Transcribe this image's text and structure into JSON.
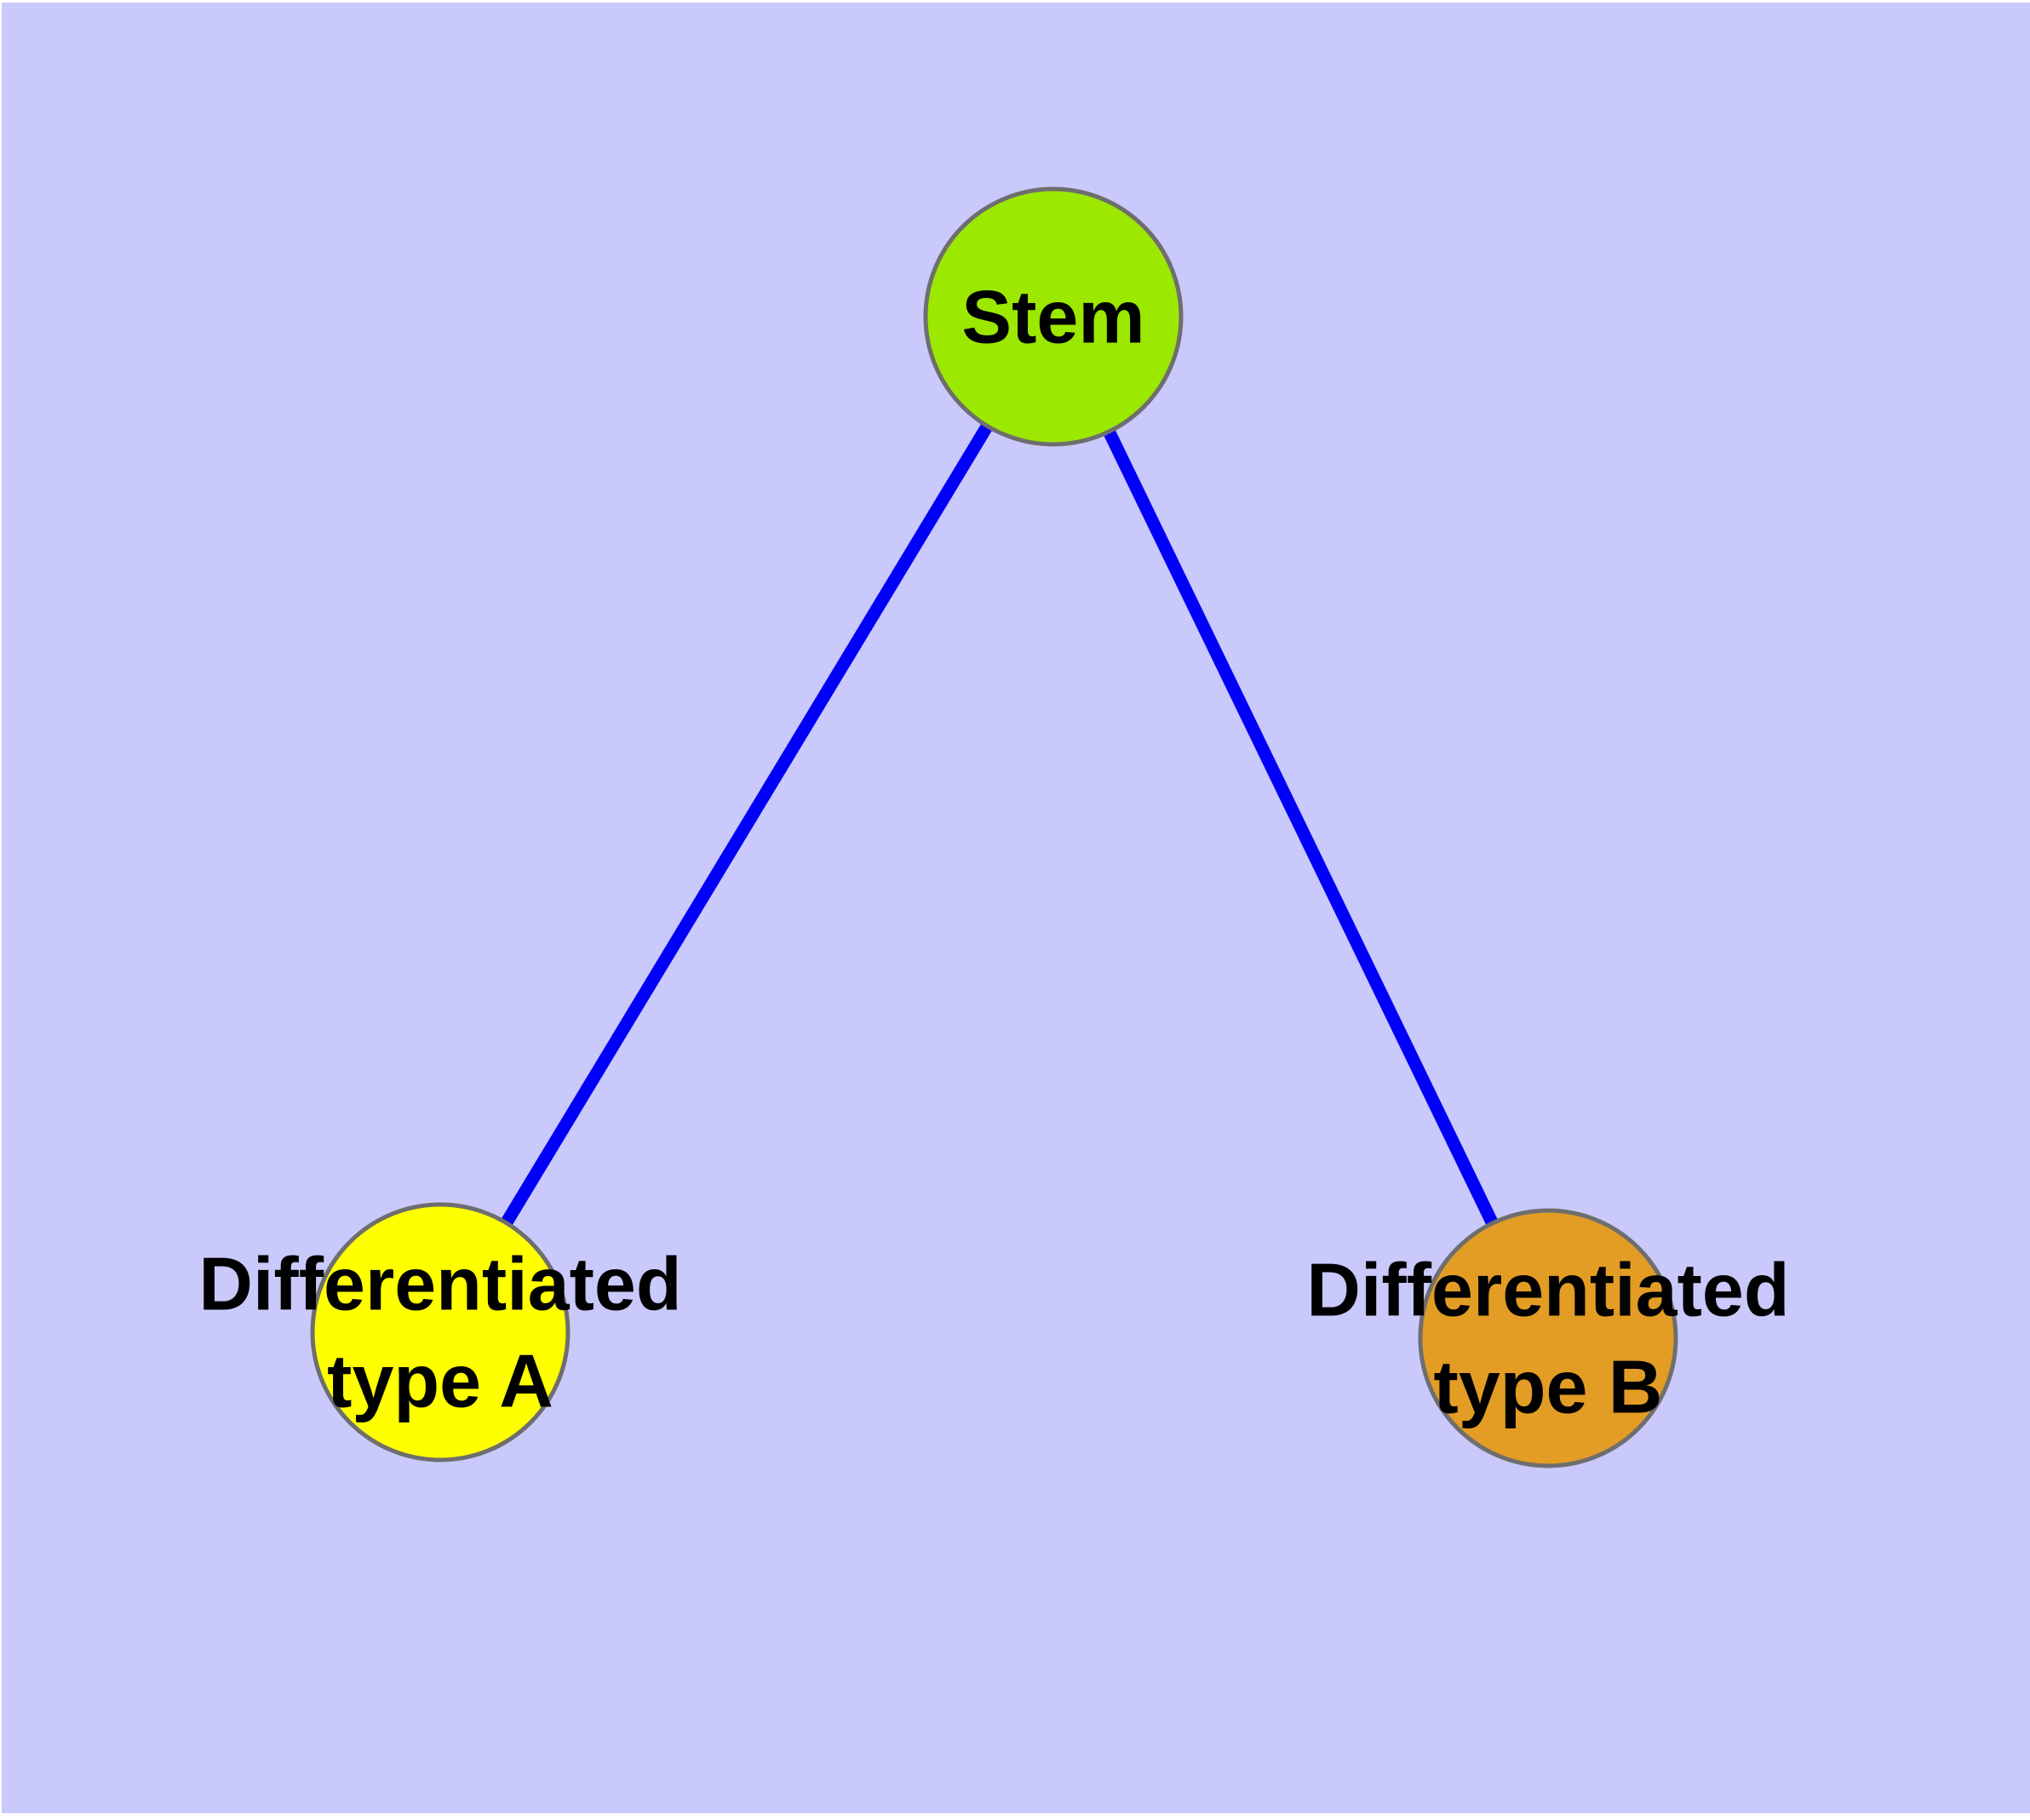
{
  "diagram": {
    "description": "Cell differentiation graph: stem node linked to two differentiated cell type nodes",
    "colors": {
      "page_margin": "#FFFFFF",
      "background": "#C9C9FB",
      "edge": "#0000F8",
      "node_border": "#6E6E6E",
      "label": "#000000"
    },
    "nodes": {
      "stem": {
        "label": "Stem",
        "fill": "#9CE800"
      },
      "type_a": {
        "label_line1": "Differentiated",
        "label_line2": "type A",
        "fill": "#FFFF00"
      },
      "type_b": {
        "label_line1": "Differentiated",
        "label_line2": "type B",
        "fill": "#E39D24"
      }
    },
    "edges": [
      {
        "from": "Stem",
        "to": "Differentiated type A"
      },
      {
        "from": "Stem",
        "to": "Differentiated type B"
      }
    ]
  }
}
